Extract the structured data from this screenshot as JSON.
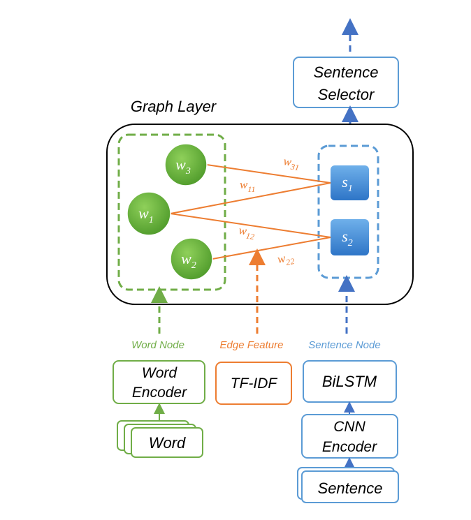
{
  "graph_layer": {
    "title": "Graph Layer"
  },
  "sentence_selector": {
    "line1": "Sentence",
    "line2": "Selector"
  },
  "word_nodes": [
    {
      "base": "w",
      "sub": "3"
    },
    {
      "base": "w",
      "sub": "1"
    },
    {
      "base": "w",
      "sub": "2"
    }
  ],
  "sentence_nodes": [
    {
      "base": "s",
      "sub": "1"
    },
    {
      "base": "s",
      "sub": "2"
    }
  ],
  "edges": [
    {
      "base": "w",
      "sub": "31"
    },
    {
      "base": "w",
      "sub": "11"
    },
    {
      "base": "w",
      "sub": "12"
    },
    {
      "base": "w",
      "sub": "22"
    }
  ],
  "labels": {
    "word_node": "Word Node",
    "edge_feature": "Edge Feature",
    "sentence_node": "Sentence Node"
  },
  "word_encoder": {
    "line1": "Word",
    "line2": "Encoder"
  },
  "tfidf": {
    "label": "TF-IDF"
  },
  "bilstm": {
    "label": "BiLSTM"
  },
  "cnn_encoder": {
    "line1": "CNN",
    "line2": "Encoder"
  },
  "word_input": {
    "label": "Word"
  },
  "sentence_input": {
    "label": "Sentence"
  },
  "colors": {
    "green": "#70ad47",
    "orange": "#ed7d31",
    "blue": "#5b9bd5",
    "dark_blue": "#4472c4",
    "black": "#000000"
  }
}
